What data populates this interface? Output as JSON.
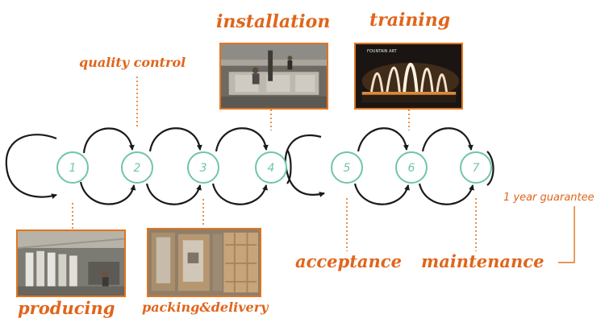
{
  "steps": [
    "1",
    "2",
    "3",
    "4",
    "5",
    "6",
    "7"
  ],
  "labels": {
    "quality_control": "quality control",
    "installation": "installation",
    "training": "training",
    "producing": "producing",
    "packing_delivery": "packing&delivery",
    "acceptance": "acceptance",
    "maintenance": "maintenance",
    "guarantee": "1  year  guarantee"
  },
  "watermark": "FOUNTAIN ART",
  "colors": {
    "accent_orange": "#e0651b",
    "photo_border": "#e2751f",
    "circle_green": "#6fc6a6",
    "arrow_black": "#1a1a1a"
  }
}
